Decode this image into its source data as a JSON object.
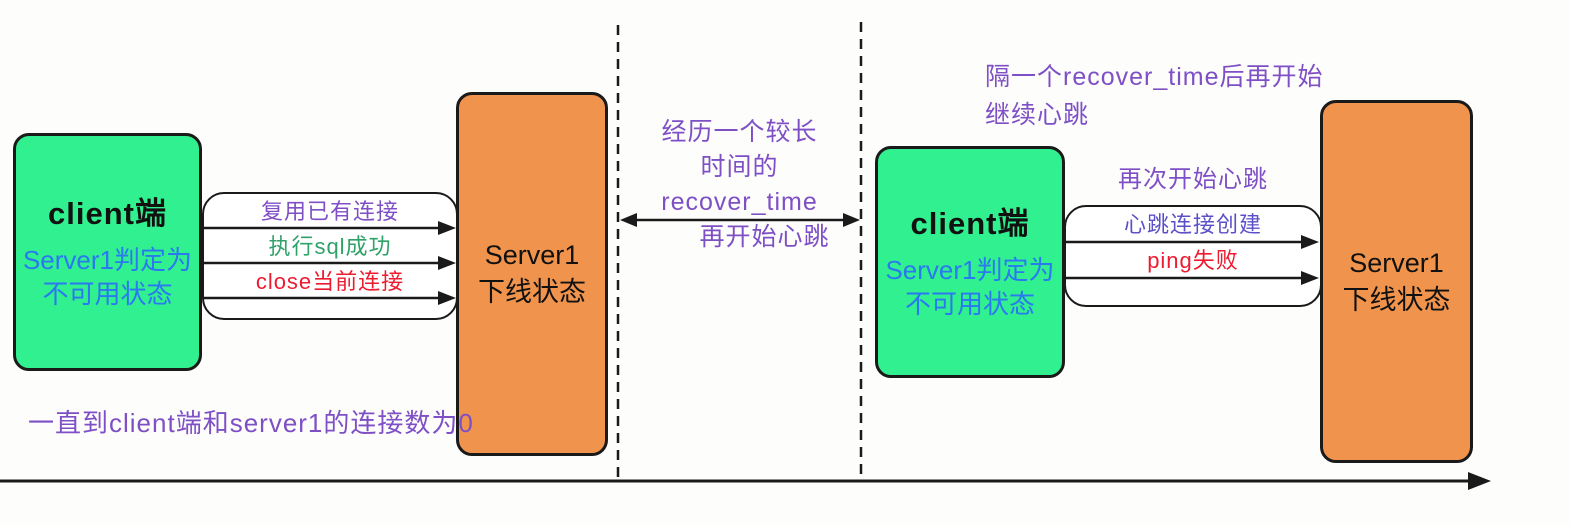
{
  "colors": {
    "purple": "#7e4fc5",
    "indigo": "#5c50c8",
    "blue": "#2a79f1",
    "green_text": "#2fa269",
    "red": "#ec1c30",
    "black": "#1a1a1a",
    "client_fill": "#30f08f",
    "server_fill": "#f0944d"
  },
  "phase1": {
    "client_box": {
      "title": "client端",
      "status_line1": "Server1判定为",
      "status_line2": "不可用状态"
    },
    "messages": [
      {
        "label": "复用已有连接",
        "color": "#7e4fc5"
      },
      {
        "label": "执行sql成功",
        "color": "#2fa269"
      },
      {
        "label": "close当前连接",
        "color": "#ec1c30"
      }
    ],
    "server_box": {
      "line1": "Server1",
      "line2": "下线状态"
    },
    "footnote": "一直到client端和server1的连接数为0"
  },
  "recover_gap": {
    "line1": "经历一个较长",
    "line2": "时间的",
    "line3": "recover_time",
    "line4": "再开始心跳"
  },
  "phase2": {
    "note_line1": "隔一个recover_time后再开始",
    "note_line2": "继续心跳",
    "client_box": {
      "title": "client端",
      "status_line1": "Server1判定为",
      "status_line2": "不可用状态"
    },
    "heartbeat_label": "再次开始心跳",
    "messages": [
      {
        "label": "心跳连接创建",
        "color": "#5c50c8"
      },
      {
        "label": "ping失败",
        "color": "#ec1c30"
      }
    ],
    "server_box": {
      "line1": "Server1",
      "line2": "下线状态"
    }
  }
}
